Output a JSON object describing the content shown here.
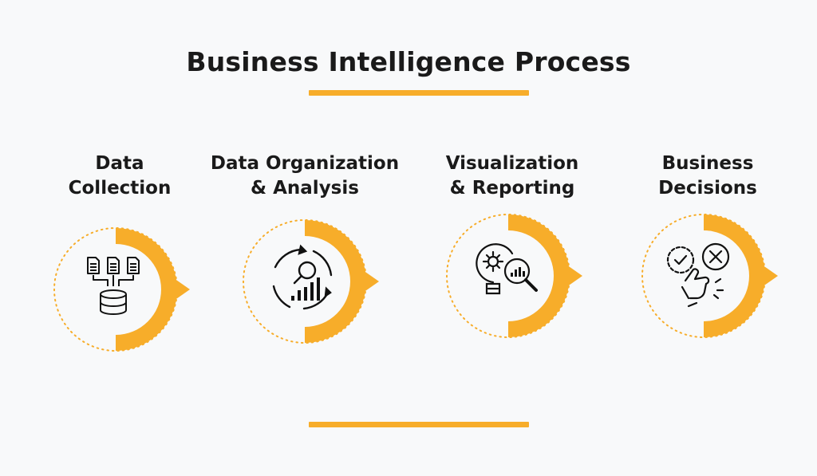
{
  "title": "Business Intelligence Process",
  "accent_color": "#f7ad2a",
  "steps": [
    {
      "line1": "Data",
      "line2": "Collection",
      "icon": "database-documents-icon"
    },
    {
      "line1": "Data Organization",
      "line2": "& Analysis",
      "icon": "analysis-cycle-chart-icon"
    },
    {
      "line1": "Visualization",
      "line2": "& Reporting",
      "icon": "lightbulb-gear-magnifier-icon"
    },
    {
      "line1": "Business",
      "line2": "Decisions",
      "icon": "hand-check-cross-icon"
    }
  ]
}
